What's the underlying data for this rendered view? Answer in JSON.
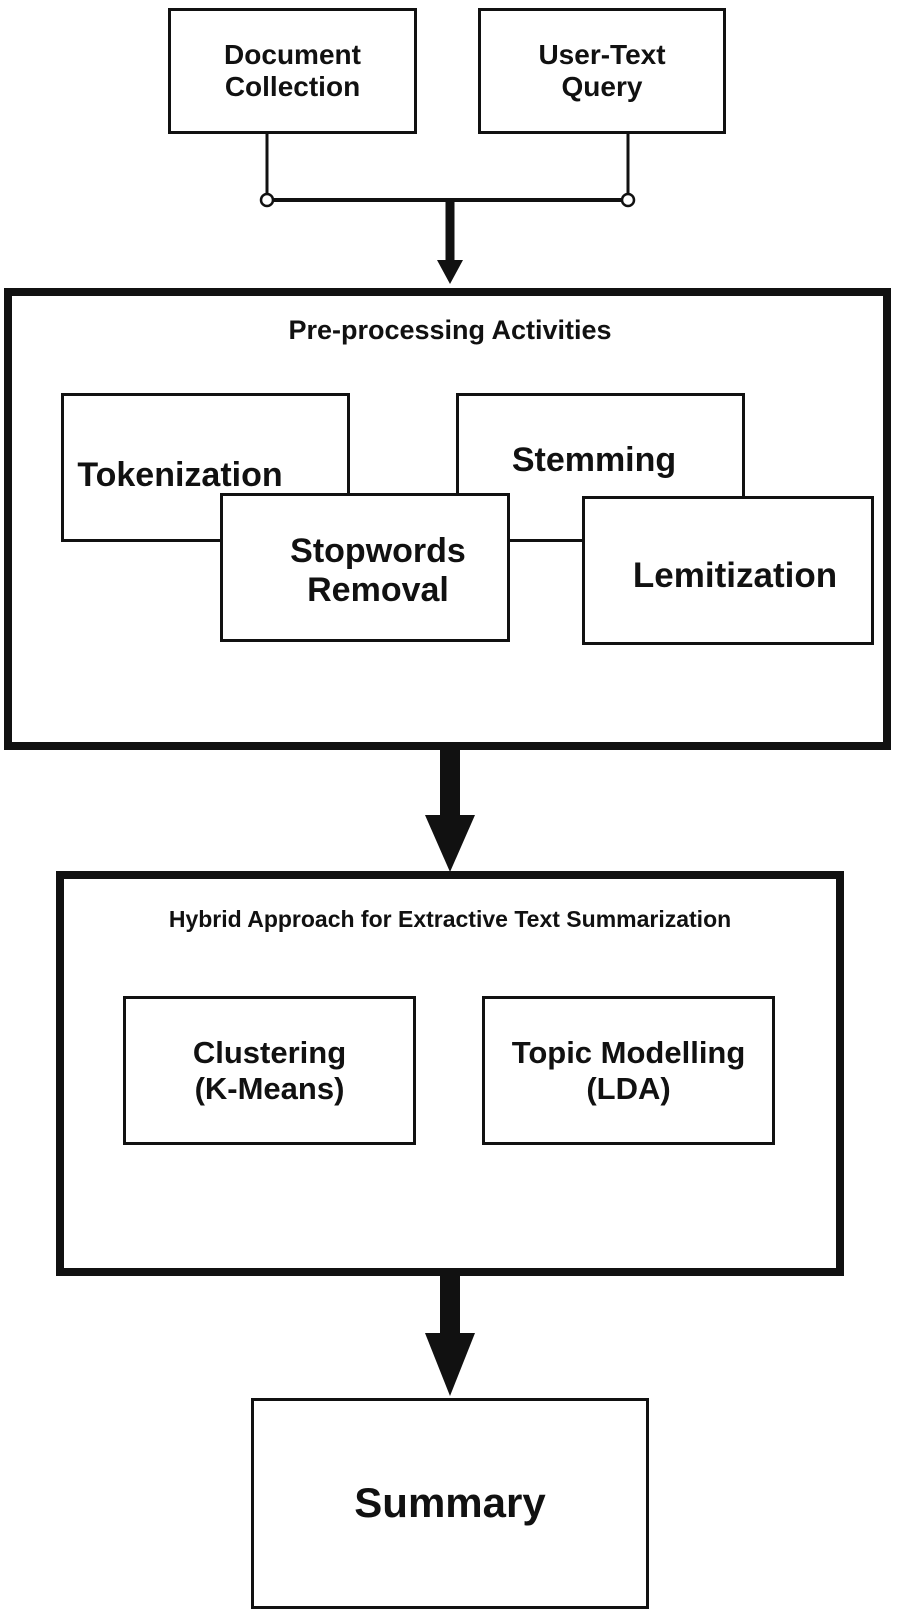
{
  "inputs": {
    "document_collection": "Document\nCollection",
    "user_text_query": "User-Text\nQuery"
  },
  "preprocessing": {
    "title": "Pre-processing Activities",
    "tokenization": "Tokenization",
    "stemming": "Stemming",
    "stopwords_removal": "Stopwords\nRemoval",
    "lemitization": "Lemitization"
  },
  "hybrid": {
    "title": "Hybrid Approach for Extractive Text Summarization",
    "clustering": "Clustering\n(K-Means)",
    "topic_modelling": "Topic Modelling\n(LDA)"
  },
  "output": {
    "summary": "Summary"
  }
}
